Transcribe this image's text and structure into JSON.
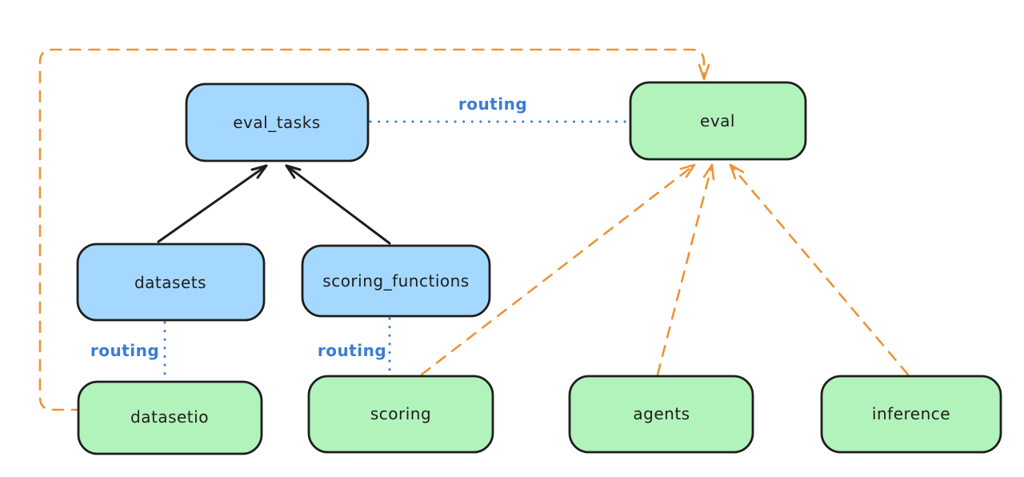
{
  "colors": {
    "background": "#ffffff",
    "blue_fill": "#a5d8ff",
    "green_fill": "#b2f2bb",
    "stroke": "#1e1e1e",
    "orange_accent": "#ec9434",
    "blue_accent": "#3b7cd6"
  },
  "nodes": {
    "eval_tasks": {
      "label": "eval_tasks",
      "color_group": "blue"
    },
    "eval": {
      "label": "eval",
      "color_group": "green"
    },
    "datasets": {
      "label": "datasets",
      "color_group": "blue"
    },
    "scoring_functions": {
      "label": "scoring_functions",
      "color_group": "blue"
    },
    "datasetio": {
      "label": "datasetio",
      "color_group": "green"
    },
    "scoring": {
      "label": "scoring",
      "color_group": "green"
    },
    "agents": {
      "label": "agents",
      "color_group": "green"
    },
    "inference": {
      "label": "inference",
      "color_group": "green"
    }
  },
  "edge_labels": {
    "routing": "routing"
  },
  "edges": [
    {
      "from": "datasets",
      "to": "eval_tasks",
      "style": "solid",
      "color": "black",
      "arrow": true,
      "label": ""
    },
    {
      "from": "scoring_functions",
      "to": "eval_tasks",
      "style": "solid",
      "color": "black",
      "arrow": true,
      "label": ""
    },
    {
      "from": "eval_tasks",
      "to": "eval",
      "style": "dotted",
      "color": "blue",
      "arrow": false,
      "label": "routing"
    },
    {
      "from": "datasets",
      "to": "datasetio",
      "style": "dotted",
      "color": "blue",
      "arrow": false,
      "label": "routing"
    },
    {
      "from": "scoring_functions",
      "to": "scoring",
      "style": "dotted",
      "color": "blue",
      "arrow": false,
      "label": "routing"
    },
    {
      "from": "datasetio",
      "to": "eval",
      "style": "dashed",
      "color": "orange",
      "arrow": true,
      "label": ""
    },
    {
      "from": "scoring",
      "to": "eval",
      "style": "dashed",
      "color": "orange",
      "arrow": true,
      "label": ""
    },
    {
      "from": "agents",
      "to": "eval",
      "style": "dashed",
      "color": "orange",
      "arrow": true,
      "label": ""
    },
    {
      "from": "inference",
      "to": "eval",
      "style": "dashed",
      "color": "orange",
      "arrow": true,
      "label": ""
    }
  ]
}
